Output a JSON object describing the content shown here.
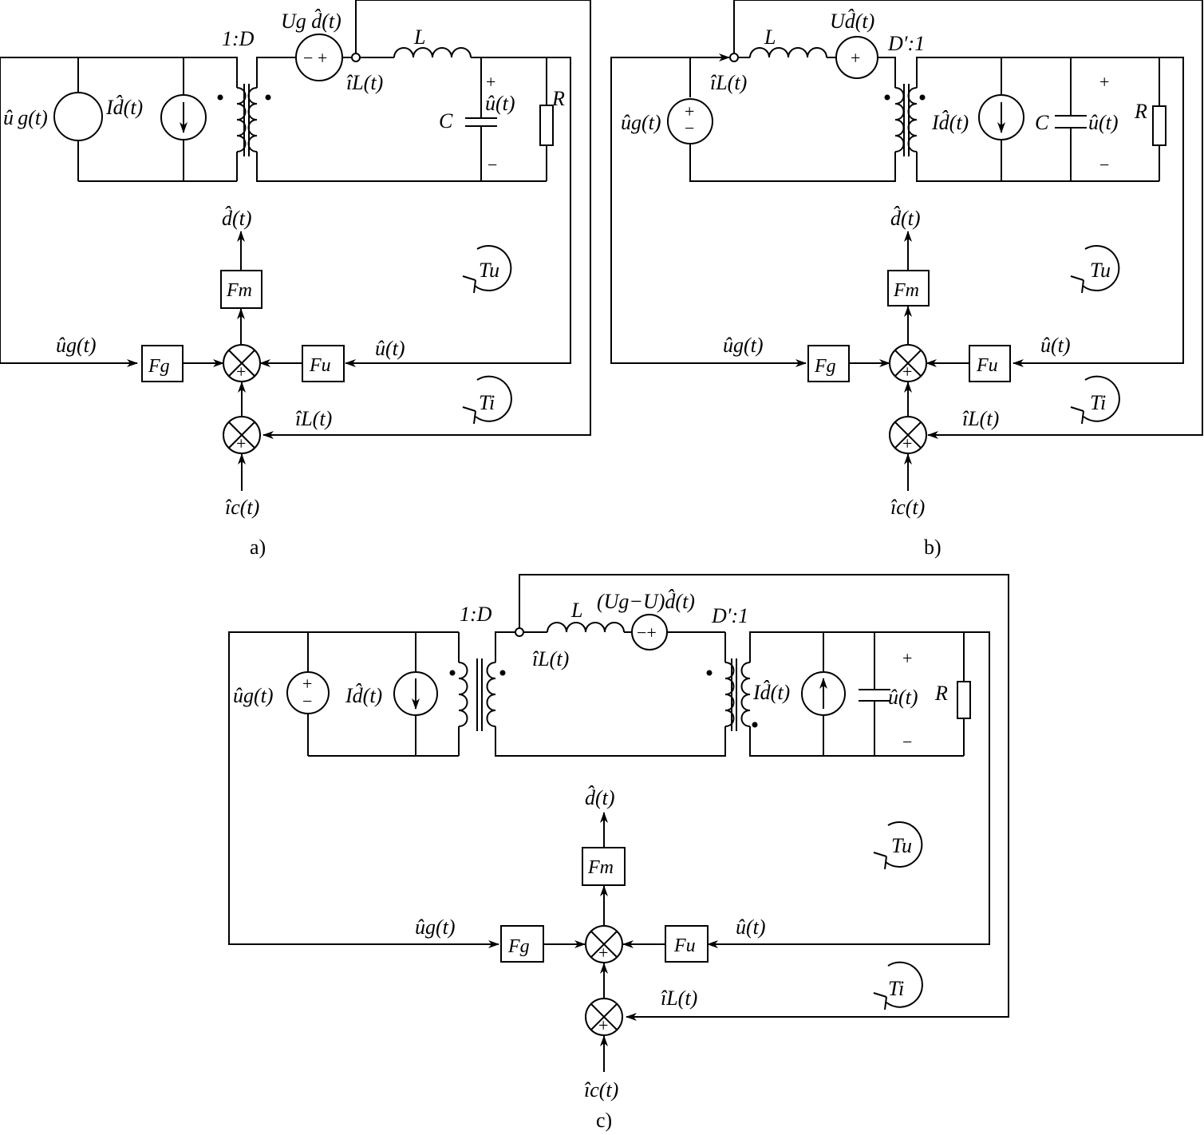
{
  "figure": {
    "a": {
      "caption": "a)",
      "source_ug": "û g(t)",
      "source_id": "Id̂(t)",
      "ratio": "1:D",
      "series_src": "Ug d̂(t)",
      "series_src_signs": "− +",
      "iL": "îL(t)",
      "L": "L",
      "C": "C",
      "u": "û(t)",
      "plus": "+",
      "minus": "−",
      "R": "R",
      "d_out": "d̂(t)",
      "Fm": "Fm",
      "Fg": "Fg",
      "Fu": "Fu",
      "ug_in": "ûg(t)",
      "u_in": "û(t)",
      "iL_in": "îL(t)",
      "ic_in": "îc(t)",
      "Tu": "Tu",
      "Ti": "Ti"
    },
    "b": {
      "caption": "b)",
      "ratio": "D′:1",
      "series_src": "Ud̂(t)",
      "series_src_signs": "+",
      "iL": "îL(t)",
      "L": "L",
      "C": "C",
      "u": "û(t)",
      "plus": "+",
      "minus": "−",
      "R": "R",
      "source_ug": "ûg(t)",
      "source_id": "Id̂(t)",
      "d_out": "d̂(t)",
      "Fm": "Fm",
      "Fg": "Fg",
      "Fu": "Fu",
      "ug_in": "ûg(t)",
      "u_in": "û(t)",
      "iL_in": "îL(t)",
      "ic_in": "îc(t)",
      "Tu": "Tu",
      "Ti": "Ti"
    },
    "c": {
      "caption": "c)",
      "ratio_left": "1:D",
      "ratio_right": "D′:1",
      "series_src": "(Ug−U)d̂(t)",
      "series_src_signs": "−+",
      "iL": "îL(t)",
      "L": "L",
      "u": "û(t)",
      "plus": "+",
      "minus": "−",
      "R": "R",
      "source_ug": "ûg(t)",
      "source_id_left": "Id̂(t)",
      "source_id_right": "Id̂(t)",
      "d_out": "d̂(t)",
      "Fm": "Fm",
      "Fg": "Fg",
      "Fu": "Fu",
      "ug_in": "ûg(t)",
      "u_in": "û(t)",
      "iL_in": "îL(t)",
      "ic_in": "îc(t)",
      "Tu": "Tu",
      "Ti": "Ti"
    }
  }
}
